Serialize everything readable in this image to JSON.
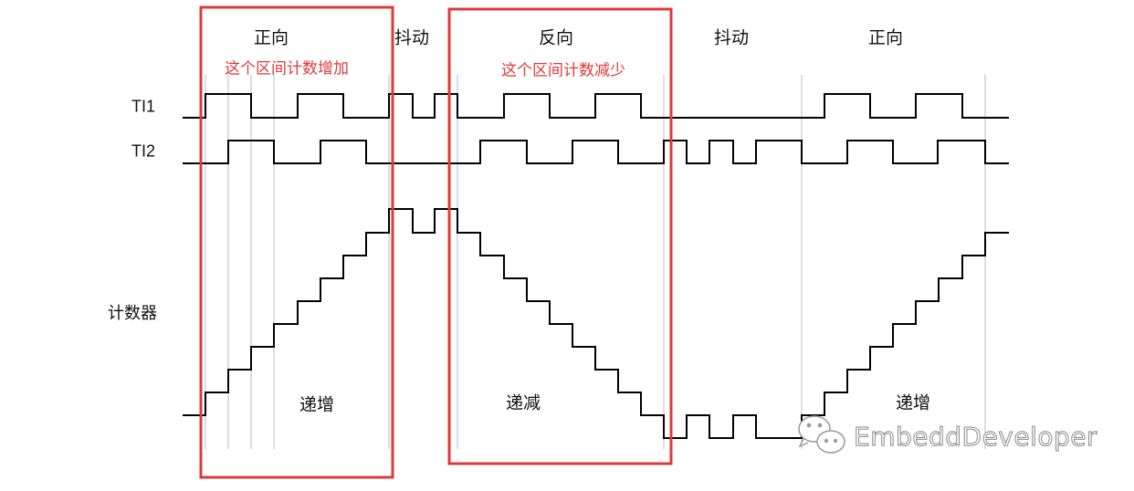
{
  "regions": {
    "forward1": "正向",
    "jitter1": "抖动",
    "reverse": "反向",
    "jitter2": "抖动",
    "forward2": "正向"
  },
  "annotations": {
    "increase": "这个区间计数增加",
    "decrease": "这个区间计数减少"
  },
  "signals": {
    "ti1": "TI1",
    "ti2": "TI2",
    "counter": "计数器"
  },
  "counter_labels": {
    "inc1": "递增",
    "dec": "递减",
    "inc2": "递增"
  },
  "watermark": "EmbeddDeveloper",
  "colors": {
    "highlight": "#e0393b",
    "wave": "#000000",
    "guide": "#bbbbbb"
  }
}
